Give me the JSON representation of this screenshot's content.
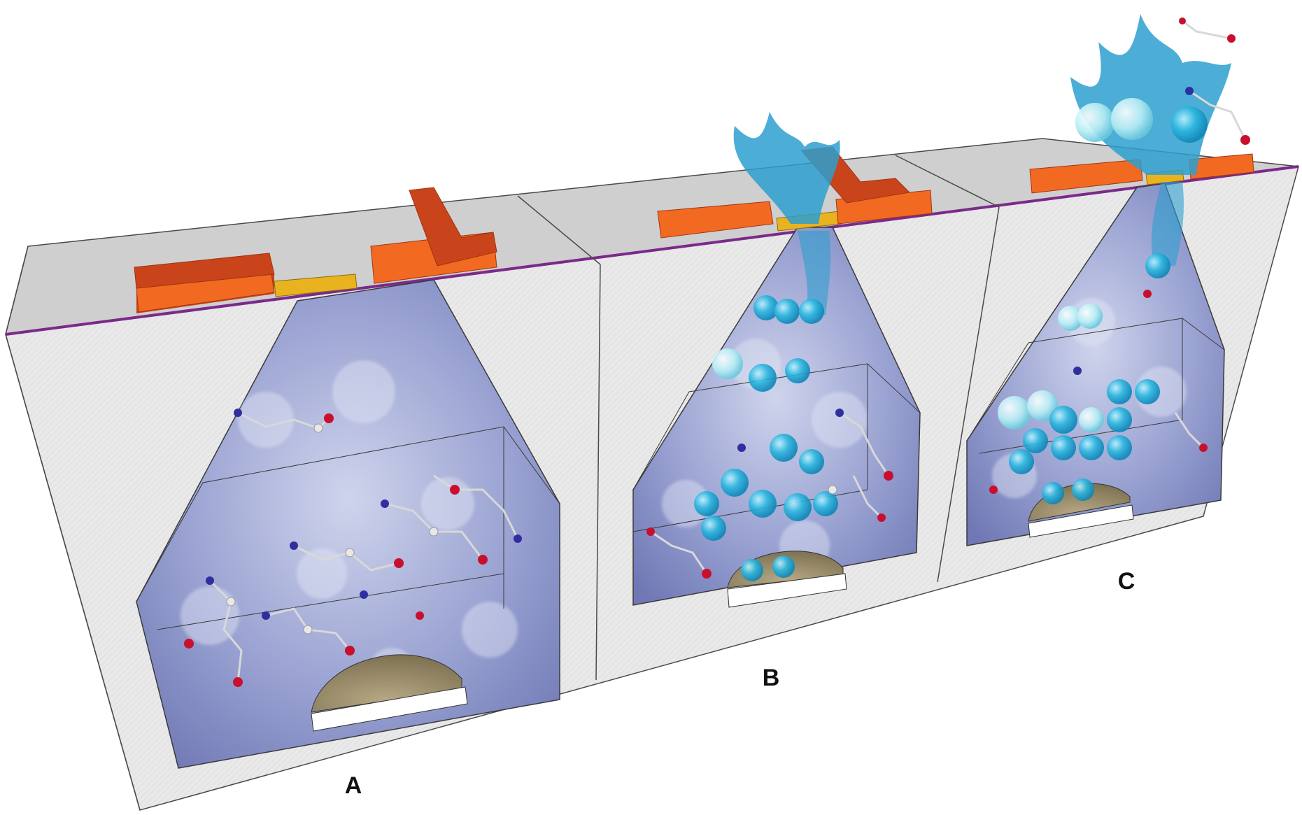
{
  "labels": {
    "a": "A",
    "b": "B",
    "c": "C"
  },
  "colors": {
    "block_top": "#cfcfcf",
    "block_face": "#e6e6e6",
    "edge_line": "#4a4a4a",
    "membrane_stripe": "#7a2a8a",
    "electrode_top": "#f26a22",
    "electrode_side": "#c9441a",
    "channel_gold": "#e9b320",
    "chamber_blue": "#8c96c8",
    "chamber_light": "#c9cfe8",
    "plume_blue": "#2d9fd0",
    "bead_cyan": "#2bb7df",
    "atom_white": "#e8e8e8",
    "atom_red": "#c8102e",
    "atom_blue": "#2f2fa0",
    "sample_tan": "#9a8c6a"
  }
}
